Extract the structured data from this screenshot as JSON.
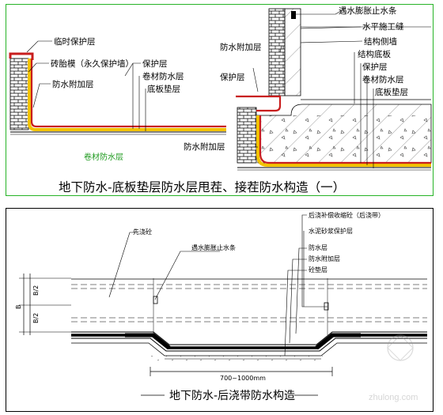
{
  "top": {
    "left_labels": {
      "temp_protect": "临时保护层",
      "brick_mold": "砖胎模（永久保护墙）",
      "additional": "防水附加层",
      "protect": "保护层",
      "membrane": "卷材防水层",
      "cushion": "底板垫层"
    },
    "right_labels": {
      "swell_strip": "遇水膨胀止水条",
      "horizontal_joint": "水平施工缝",
      "side_wall": "结构侧墙",
      "additional": "防水附加层",
      "base_slab": "结构底板",
      "protect_left": "保护层",
      "protect": "保护层",
      "membrane": "卷材防水层",
      "cushion": "底板垫层",
      "additional_bottom": "防水附加层"
    },
    "green_label": "卷材防水层",
    "caption": "地下防水-底板垫层防水层甩茬、接茬防水构造（一）"
  },
  "bottom": {
    "labels": {
      "first_pour": "先浇砼",
      "swell_strip": "遇水膨胀止水条",
      "post_pour": "后浇补偿收缩砼（后浇带）",
      "mortar": "水泥砂浆保护层",
      "waterproof": "防水层",
      "additional": "防水附加层",
      "cushion": "砼垫层"
    },
    "dim": {
      "B": "B",
      "B2a": "B/2",
      "B2b": "B/2",
      "width": "700~1000mm"
    },
    "caption": "地下防水-后浇带防水构造"
  },
  "watermark": {
    "text": "zhulong.com"
  },
  "colors": {
    "top_border": "#27b327",
    "membrane_red": "#c81e1e",
    "membrane_yellow": "#f2c200",
    "green_text": "#1f9a1f"
  }
}
